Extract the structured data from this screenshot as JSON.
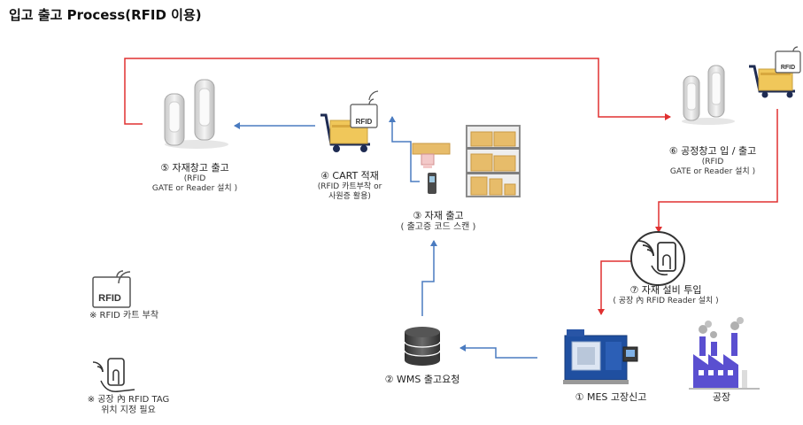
{
  "title": "입고 출고 Process(RFID 이용)",
  "steps": {
    "step1": {
      "label": "① MES 고장신고"
    },
    "step2": {
      "label": "② WMS 출고요청"
    },
    "step3": {
      "label": "③ 자재 출고",
      "sub": "( 출고증 코드 스캔 )"
    },
    "step4": {
      "label": "④ CART 적재",
      "sub1": "(RFID   카트부착 or",
      "sub2": "사원증 활용)"
    },
    "step5": {
      "label": "⑤ 자재창고 출고",
      "sub1": "(RFID",
      "sub2": "GATE or Reader 설치 )"
    },
    "step6": {
      "label": "⑥ 공정창고 입 / 출고",
      "sub1": "(RFID",
      "sub2": "GATE or Reader 설치 )"
    },
    "step7": {
      "label": "⑦ 자재 설비 투입",
      "sub": "( 공장 內 RFID Reader 설치 )"
    }
  },
  "factory_label": "공장",
  "rfid_tag_text": "RFID",
  "legend": {
    "cart_tag": "※ RFID 카트 부착",
    "factory_tag_line1": "※ 공장 內 RFID TAG",
    "factory_tag_line2": "위치 지정 필요"
  },
  "colors": {
    "red_arrow": "#e03030",
    "blue_arrow": "#4a7bc0",
    "factory": "#5a4fd0",
    "box": "#e7bc6a"
  }
}
